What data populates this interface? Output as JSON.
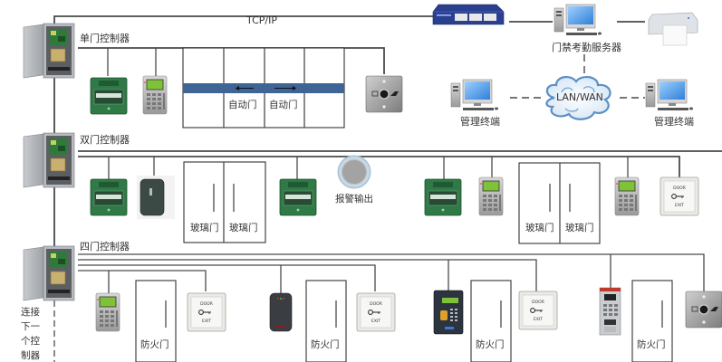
{
  "network": {
    "tcpip_label": "TCP/IP",
    "server_label": "门禁考勤服务器",
    "cloud_label": "LAN/WAN",
    "terminal_left_label": "管理终端",
    "terminal_right_label": "管理终端"
  },
  "controllers": {
    "single": {
      "label": "单门控制器"
    },
    "double": {
      "label": "双门控制器"
    },
    "quad": {
      "label": "四门控制器"
    },
    "next_label_lines": [
      "连接",
      "下一",
      "个控",
      "制器"
    ]
  },
  "single_row": {
    "auto_door_left": "自动门",
    "auto_door_right": "自动门"
  },
  "double_row": {
    "glass_doors": [
      "玻璃门",
      "玻璃门",
      "玻璃门",
      "玻璃门"
    ],
    "alarm_label": "报警输出"
  },
  "quad_row": {
    "fire_doors": [
      "防火门",
      "防火门",
      "防火门",
      "防火门"
    ]
  },
  "device_text": {
    "exit_top": "DOOR",
    "exit_bottom": "EXIT"
  },
  "colors": {
    "wire": "#4a4a4a",
    "auto_door_band": "#3f6496",
    "emergency_green": "#2f7a46",
    "switch_blue": "#2b3f8f",
    "cloud_blue": "#5b8fc6",
    "monitor_blue": "#3f8fe0"
  }
}
